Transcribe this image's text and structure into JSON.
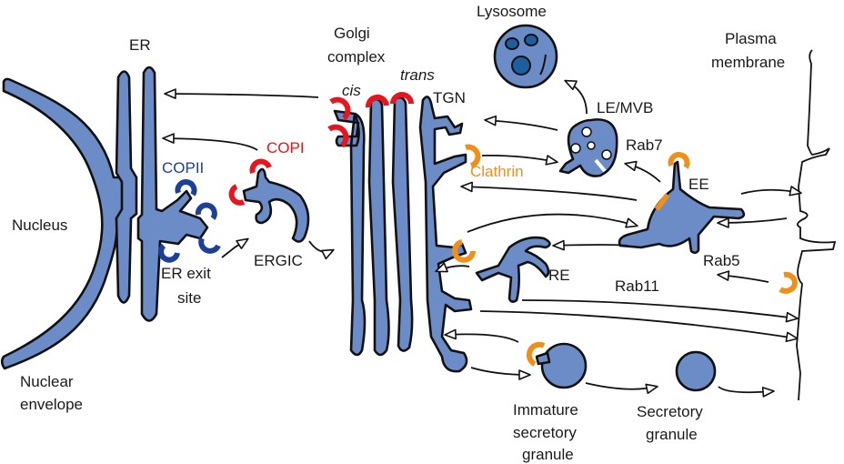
{
  "title": "Membrane trafficking pathways",
  "colors": {
    "organelle": "#6b8cc7",
    "copi": "#e8141f",
    "copii": "#1c3f9a",
    "clathrin": "#f0901a",
    "outline": "#111111"
  },
  "labels": {
    "er": "ER",
    "nucleus": "Nucleus",
    "nuclear_envelope_1": "Nuclear",
    "nuclear_envelope_2": "envelope",
    "copii": "COPII",
    "copi": "COPI",
    "er_exit_site_1": "ER exit",
    "er_exit_site_2": "site",
    "ergic": "ERGIC",
    "golgi_1": "Golgi",
    "golgi_2": "complex",
    "cis": "cis",
    "trans": "trans",
    "tgn": "TGN",
    "lysosome": "Lysosome",
    "le_mvb": "LE/MVB",
    "rab7": "Rab7",
    "clathrin": "Clathrin",
    "ee": "EE",
    "plasma_membrane_1": "Plasma",
    "plasma_membrane_2": "membrane",
    "re": "RE",
    "rab5": "Rab5",
    "rab11": "Rab11",
    "immature_1": "Immature",
    "immature_2": "secretory",
    "immature_3": "granule",
    "secretory_1": "Secretory",
    "secretory_2": "granule"
  }
}
